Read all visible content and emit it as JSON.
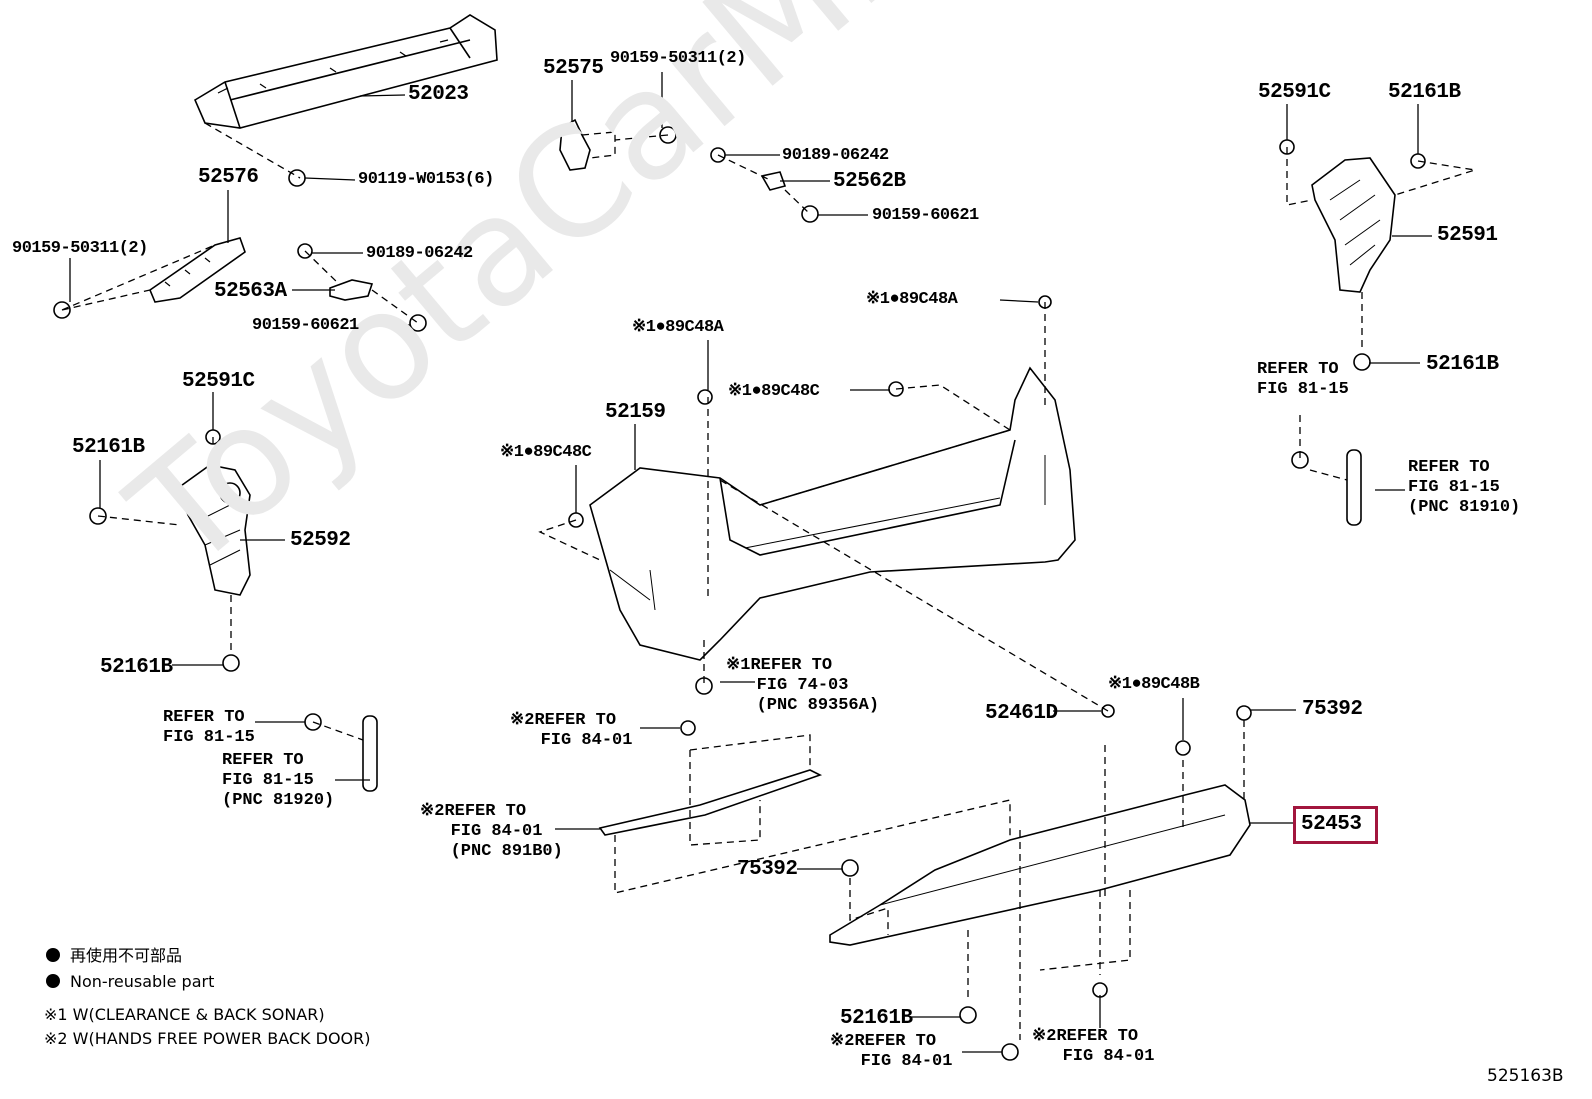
{
  "watermark": "ToyotaCarMine.ru",
  "highlight_color": "#a2153d",
  "labels": {
    "p52023": "52023",
    "p52576": "52576",
    "p90119": "90119-W0153(6)",
    "p90159_50311_left": "90159-50311(2)",
    "p90189_left": "90189-06242",
    "p52563a": "52563A",
    "p90159_60621_left": "90159-60621",
    "p52575": "52575",
    "p90159_50311_top": "90159-50311(2)",
    "p90189_mid": "90189-06242",
    "p52562b": "52562B",
    "p90159_60621_mid": "90159-60621",
    "p52591c_right": "52591C",
    "p52161b_right_top": "52161B",
    "p52591": "52591",
    "p52161b_right_mid": "52161B",
    "p89c48a_right": "※1●89C48A",
    "p89c48a_mid": "※1●89C48A",
    "p89c48c_mid": "※1●89C48C",
    "p52159": "52159",
    "p89c48c_left": "※1●89C48C",
    "p52591c_left": "52591C",
    "p52161b_left_top": "52161B",
    "p52592": "52592",
    "p52161b_left_bot": "52161B",
    "p52461d": "52461D",
    "p89c48b": "※1●89C48B",
    "p75392_right": "75392",
    "p52453": "52453",
    "p75392_bot": "75392",
    "p52161b_bot": "52161B",
    "code": "525163B"
  },
  "refs": {
    "r_81_15_right_a": "REFER TO\nFIG 81-15",
    "r_81910": "REFER TO\nFIG 81-15\n(PNC 81910)",
    "r_81_15_left_a": "REFER TO\nFIG 81-15",
    "r_81920": "REFER TO\nFIG 81-15\n(PNC 81920)",
    "r_74_03": "※1REFER TO\n   FIG 74-03\n   (PNC 89356A)",
    "r_84_01_a": "※2REFER TO\n   FIG 84-01",
    "r_891b0": "※2REFER TO\n   FIG 84-01\n   (PNC 891B0)",
    "r_84_01_b": "※2REFER TO\n   FIG 84-01",
    "r_84_01_c": "※2REFER TO\n   FIG 84-01"
  },
  "legend": {
    "non_reusable_jp": "再使用不可部品",
    "non_reusable_en": "Non-reusable part",
    "note1": "※1 W(CLEARANCE & BACK SONAR)",
    "note2": "※2 W(HANDS FREE POWER BACK DOOR)"
  }
}
